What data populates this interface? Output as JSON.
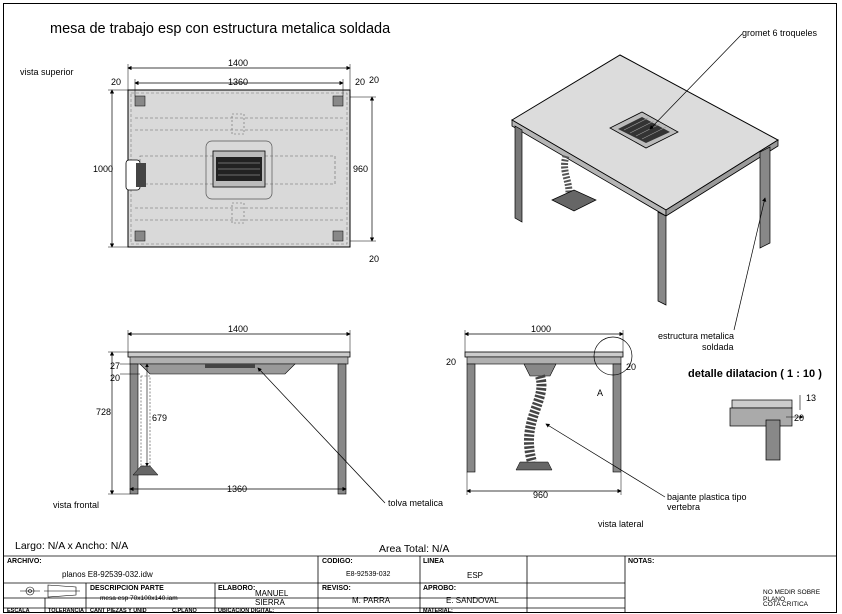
{
  "title": "mesa de trabajo esp con estructura metalica soldada",
  "views": {
    "top": {
      "label": "vista superior",
      "dims": {
        "overall_width": "1400",
        "inner_width": "1360",
        "edge": "20",
        "depth": "1000",
        "inner_depth": "960"
      }
    },
    "front": {
      "label": "vista frontal",
      "dims": {
        "overall_width": "1400",
        "top_thickness": "27",
        "edge": "20",
        "height": "728",
        "leg_height": "679",
        "leg_span": "1360"
      }
    },
    "side": {
      "label": "vista lateral",
      "dims": {
        "overall_depth": "1000",
        "edge_left": "20",
        "edge_right": "20",
        "leg_span": "960"
      },
      "detail_marker": "A"
    }
  },
  "callouts": {
    "gromet": "gromet 6 troqueles",
    "estructura_line1": "estructura metalica",
    "estructura_line2": "soldada",
    "tolva": "tolva metalica",
    "bajante_line1": "bajante plastica tipo",
    "bajante_line2": "vertebra"
  },
  "detail": {
    "title": "detalle dilatacion ( 1 : 10 )",
    "dim_gap": "13",
    "dim_offset": "20"
  },
  "summary": {
    "size_text": "Largo: N/A x Ancho: N/A",
    "area_text": "Area Total: N/A"
  },
  "title_block": {
    "archivo_label": "ARCHIVO:",
    "archivo_value": "planos E8-92539-032.idw",
    "codigo_label": "CODIGO:",
    "codigo_value": "E8-92539-032",
    "linea_label": "LINEA",
    "linea_value": "ESP",
    "notas_label": "NOTAS:",
    "descripcion_label": "DESCRIPCION PARTE",
    "descripcion_value": "mesa esp 70x100x140.iam",
    "elaboro_label": "ELABORO:",
    "elaboro_value": "MANUEL SIERRA",
    "reviso_label": "REVISO:",
    "reviso_value": "M. PARRA",
    "aprobo_label": "APROBO:",
    "aprobo_value": "E. SANDOVAL",
    "nota1": "NO MEDIR SOBRE PLANO",
    "nota2": "COTA CRITICA",
    "bottom_labels": [
      "ESCALA",
      "TOLERANCIA",
      "CANT PIEZAS Y UNID",
      "C.PLANO",
      "UBICACION DIGITAL:",
      "MATERIAL:"
    ]
  }
}
